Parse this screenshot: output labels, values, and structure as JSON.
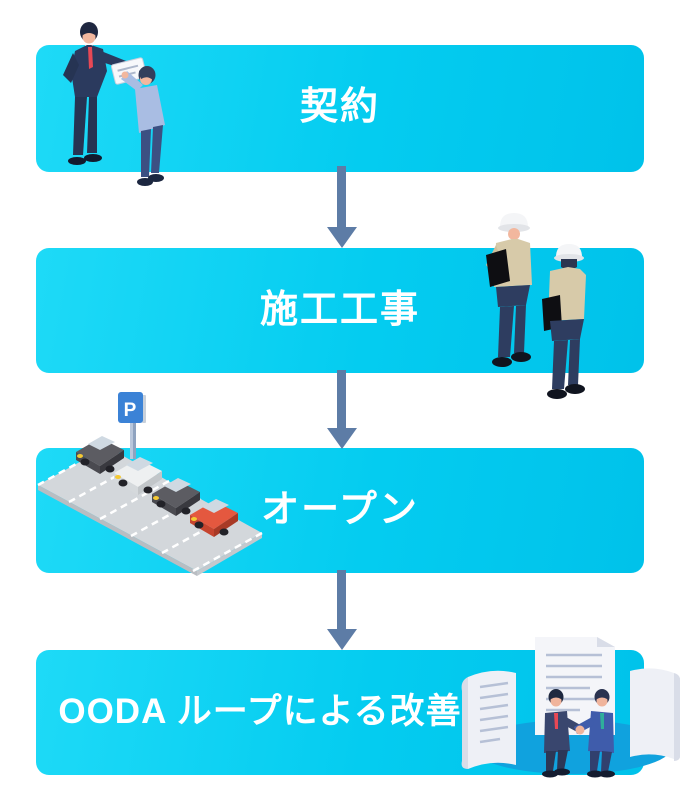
{
  "page": {
    "background": "#ffffff",
    "type": "process-flow-infographic",
    "language": "ja"
  },
  "flow": {
    "direction": "top-to-bottom",
    "box_gradient_from": "#1edaf7",
    "box_gradient_to": "#00c2ea",
    "label_color": "#ffffff",
    "connector_color": "#5d7ca6",
    "steps": [
      {
        "index": 1,
        "label": "契約",
        "illustration": "businessmen-exchanging-contract-document"
      },
      {
        "index": 2,
        "label": "施工工事",
        "illustration": "two-construction-workers-with-helmets-and-clipboards"
      },
      {
        "index": 3,
        "label": "オープン",
        "illustration": "isometric-parking-lot-with-four-cars-and-p-sign"
      },
      {
        "index": 4,
        "label": "OODA ループによる改善",
        "illustration": "businessmen-handshake-in-front-of-large-documents"
      }
    ]
  },
  "parking_sign": {
    "letter": "P",
    "sign_color": "#3b82d6"
  },
  "illustration_colors": {
    "suit_navy": "#2b3a5e",
    "tie_red": "#e84855",
    "sweater_periwinkle": "#a9bde3",
    "worker_jacket_tan": "#d7caa9",
    "helmet_white": "#f4f5f7",
    "lot_gray": "#d3d7db",
    "car_dark_gray": "#5c5c62",
    "car_white": "#eef0f1",
    "car_red": "#e4583f",
    "headlight_yellow": "#f5c933",
    "paper_white": "#eef0f6",
    "paper_line_gray": "#b6c0d6",
    "base_ellipse_blue": "#10a2de",
    "suit_blue": "#3f5cab",
    "skin": "#f2b79e"
  }
}
